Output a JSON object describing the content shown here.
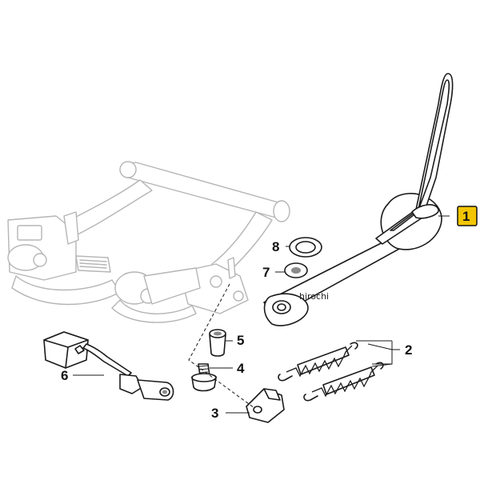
{
  "callouts": {
    "c1": "1",
    "c2": "2",
    "c3": "3",
    "c4": "4",
    "c5": "5",
    "c6": "6",
    "c7": "7",
    "c8": "8"
  },
  "highlight_color": "#f2c500",
  "watermark": "hirochi"
}
